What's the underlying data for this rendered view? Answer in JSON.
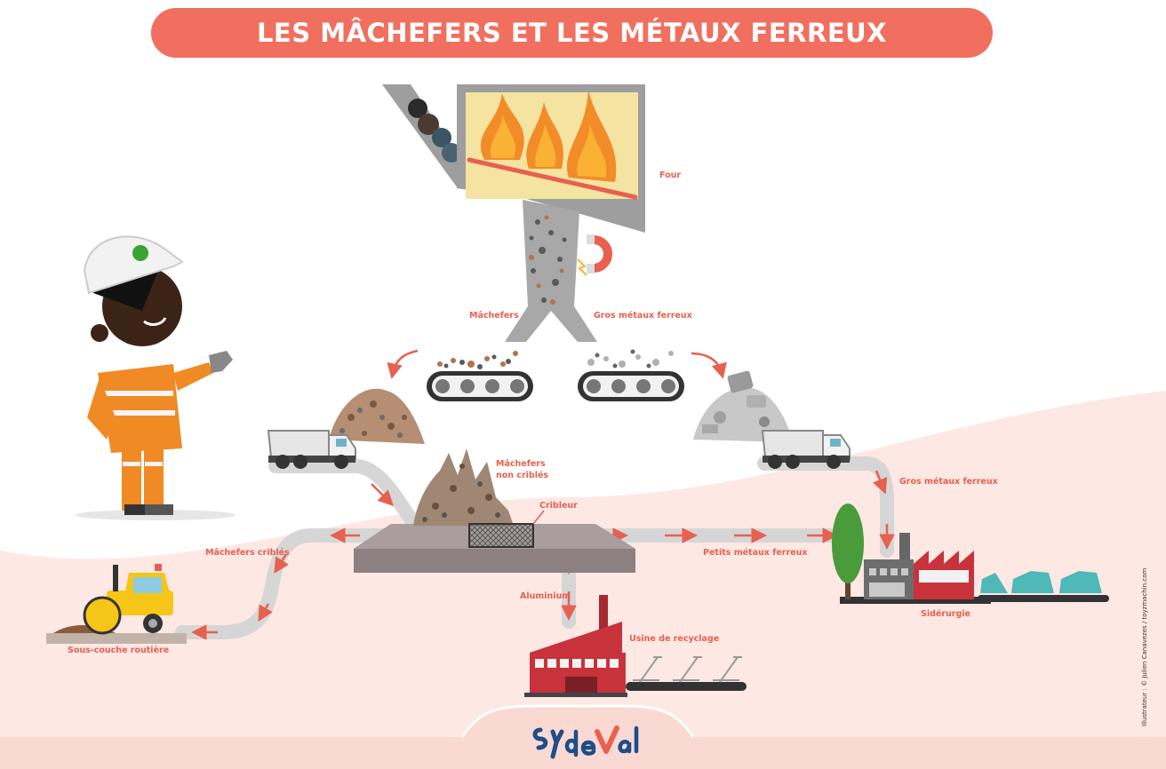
{
  "title": "LES MÂCHEFERS ET LES MÉTAUX FERREUX",
  "labels": {
    "four": "Four",
    "machefers": "Mâchefers",
    "gros_metaux_top": "Gros métaux ferreux",
    "machefers_non_cribles_1": "Mâchefers",
    "machefers_non_cribles_2": "non criblés",
    "cribleur": "Cribleur",
    "machefers_cribles": "Mâchefers criblés",
    "gros_metaux_right": "Gros métaux ferreux",
    "petits_metaux": "Petits métaux ferreux",
    "aluminium": "Aluminium",
    "usine_recyclage": "Usine de recyclage",
    "siderurgie": "Sidérurgie",
    "sous_couche": "Sous-couche routière"
  },
  "logo": "Sydeval",
  "credit": "Illustrateur : © Julien Canavezes / toyzmachin.com",
  "colors": {
    "accent": "#f16f5e",
    "arrow": "#e8604f",
    "path": "#d6d6d6",
    "background_wave": "#fde8e4",
    "furnace_fill": "#f5e3a1",
    "factory_red": "#c8323a",
    "vest_orange": "#f08a24",
    "logo_blue": "#1d4e89"
  }
}
